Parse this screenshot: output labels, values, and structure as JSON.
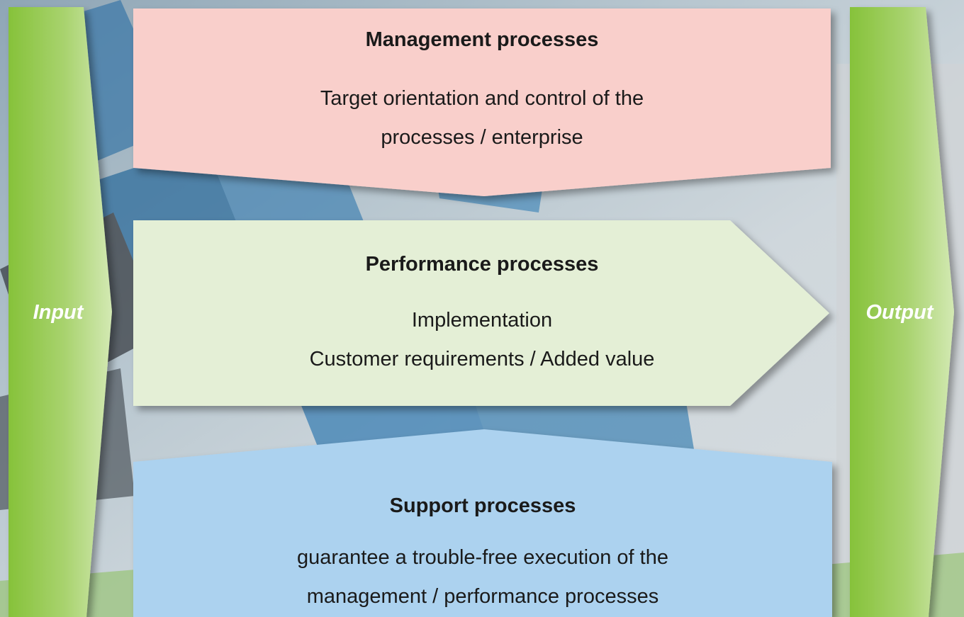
{
  "input_label": "Input",
  "output_label": "Output",
  "management": {
    "title": "Management processes",
    "line1": "Target orientation and control of the",
    "line2": "processes / enterprise",
    "color": "#f9cfcb"
  },
  "performance": {
    "title": "Performance processes",
    "line1": "Implementation",
    "line2": "Customer requirements / Added value",
    "color": "#e4efd6"
  },
  "support": {
    "title": "Support processes",
    "line1": "guarantee a trouble-free execution of the",
    "line2": "management / performance processes",
    "color": "#acd2ef"
  },
  "colors": {
    "arrow_green": "#8cc63f",
    "arrow_green_light": "#c9e3a4",
    "label_white": "#ffffff"
  }
}
